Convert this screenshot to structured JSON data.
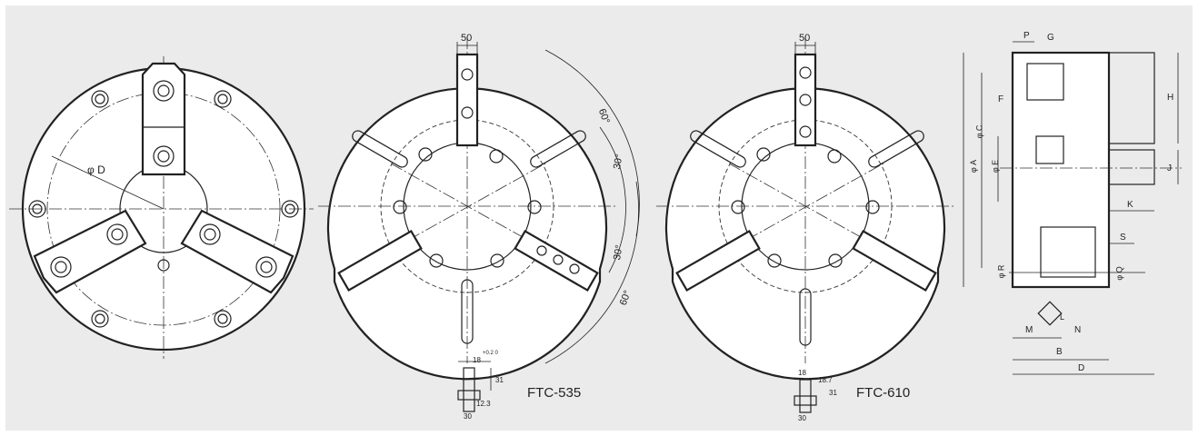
{
  "colors": {
    "background": "#ebebeb",
    "line": "#222222",
    "fill": "#ffffff"
  },
  "models": [
    "FTC-535",
    "FTC-610"
  ],
  "view1": {
    "diameter_label": "φ D"
  },
  "view2": {
    "jaw_width": "50",
    "angle_1": "60°",
    "angle_2": "30°",
    "angle_3": "30°",
    "angle_4": "60°",
    "detail": {
      "width_top": "18",
      "tol": "+0.2 0",
      "h1": "31",
      "h2": "12.3",
      "base": "30"
    }
  },
  "view3": {
    "jaw_width": "50",
    "detail": {
      "width_top": "18",
      "h1": "18.7",
      "h2": "31",
      "base": "30"
    }
  },
  "side": {
    "labels": [
      "P",
      "G",
      "F",
      "H",
      "J",
      "K",
      "S",
      "φ A",
      "φ C",
      "φ E",
      "φ R",
      "φ Q",
      "M",
      "N",
      "L",
      "B",
      "D"
    ]
  }
}
